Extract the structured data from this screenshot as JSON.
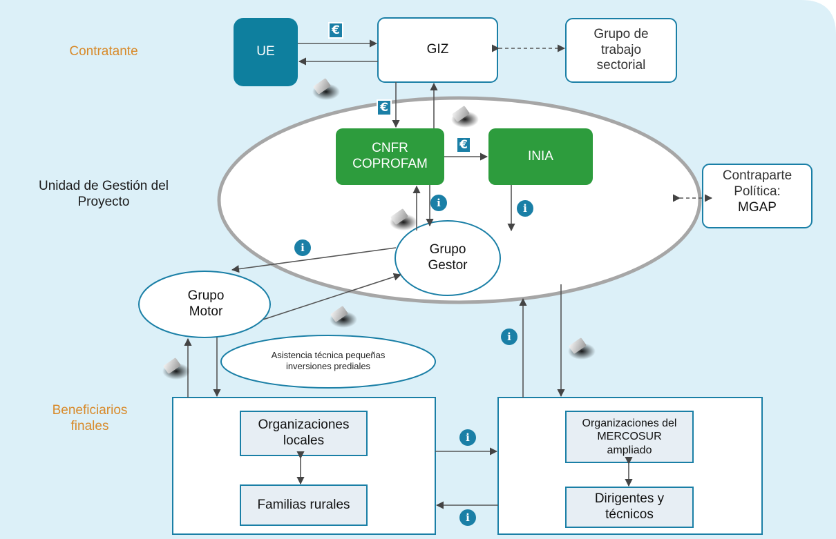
{
  "colors": {
    "background": "#dcf0f8",
    "teal_border": "#1a7fa6",
    "ue_fill": "#0e7f9e",
    "green_fill": "#2d9c3d",
    "orange_text": "#d88a2a",
    "inner_box_fill": "#e7eef4",
    "ellipse_border": "#a6a6a6"
  },
  "rows": {
    "contratante": "Contratante",
    "unidad_gestion": "Unidad de Gestión del Proyecto",
    "beneficiarios": "Beneficiarios finales"
  },
  "nodes": {
    "ue": "UE",
    "giz": "GIZ",
    "grupo_trabajo": "Grupo de trabajo sectorial",
    "cnfr": "CNFR COPROFAM",
    "inia": "INIA",
    "contraparte_line1": "Contraparte Política:",
    "contraparte_line2": "MGAP",
    "grupo_gestor": "Grupo Gestor",
    "grupo_motor": "Grupo Motor",
    "asistencia": "Asistencia técnica pequeñas inversiones prediales",
    "org_locales": "Organizaciones locales",
    "familias": "Familias rurales",
    "org_mercosur": "Organizaciones del MERCOSUR ampliado",
    "dirigentes": "Dirigentes y técnicos"
  },
  "icons": {
    "currency": "euro-icon",
    "information": "info-icon",
    "material_support": "gray-block-icon"
  },
  "symbols": {
    "info": "i",
    "euro": "€"
  }
}
